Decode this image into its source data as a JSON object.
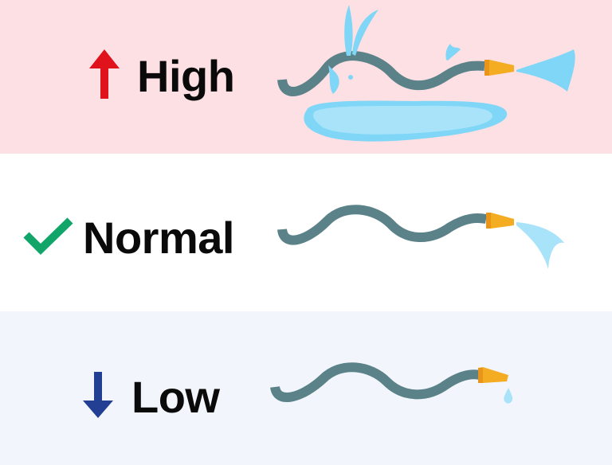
{
  "levels": [
    {
      "label": "High",
      "icon": "arrow-up-icon",
      "icon_color": "#e0121b",
      "background": "#fde0e3"
    },
    {
      "label": "Normal",
      "icon": "checkmark-icon",
      "icon_color": "#12a56a",
      "background": "#ffffff"
    },
    {
      "label": "Low",
      "icon": "arrow-down-icon",
      "icon_color": "#233f94",
      "background": "#f2f6fc"
    }
  ],
  "colors": {
    "hose": "#5a8288",
    "nozzle": "#f4ad22",
    "water": "#7fd6f7",
    "puddle": "#a9e3fa"
  }
}
